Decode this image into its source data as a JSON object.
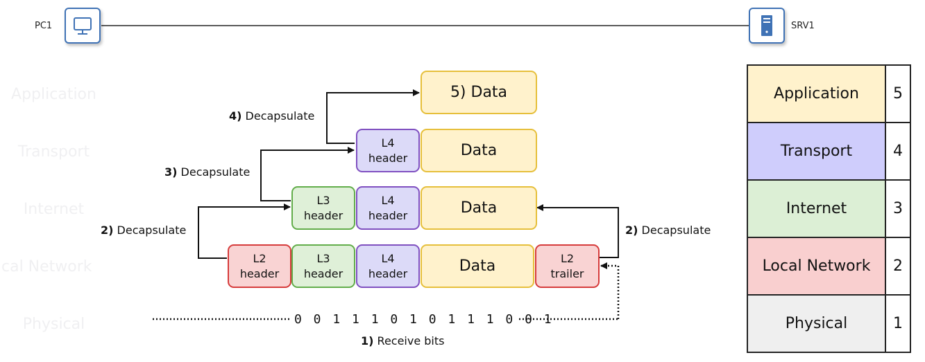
{
  "devices": {
    "pc_label": "PC1",
    "server_label": "SRV1"
  },
  "ghost_layers": [
    "Application",
    "Transport",
    "Internet",
    "cal Network",
    "Physical"
  ],
  "boxes": {
    "row1": {
      "data": "5)  Data"
    },
    "row2": {
      "l4": "L4\nheader",
      "data": "Data"
    },
    "row3": {
      "l3": "L3\nheader",
      "l4": "L4\nheader",
      "data": "Data"
    },
    "row4": {
      "l2": "L2\nheader",
      "l3": "L3\nheader",
      "l4": "L4\nheader",
      "data": "Data",
      "trailer": "L2\ntrailer"
    }
  },
  "steps": {
    "s4_num": "4)",
    "s4_text": " Decapsulate",
    "s3_num": "3)",
    "s3_text": " Decapsulate",
    "s2a_num": "2)",
    "s2a_text": " Decapsulate",
    "s2b_num": "2)",
    "s2b_text": " Decapsulate",
    "s1_num": "1)",
    "s1_text": " Receive bits"
  },
  "bits": "0 0 1 1 1 0 1 0 1 1 1 0 0 1",
  "layers": [
    {
      "name": "Application",
      "number": "5",
      "color": "#fff2cc"
    },
    {
      "name": "Transport",
      "number": "4",
      "color": "#cfcdfc"
    },
    {
      "name": "Internet",
      "number": "3",
      "color": "#dcefd5"
    },
    {
      "name": "Local Network",
      "number": "2",
      "color": "#f9cfcf"
    },
    {
      "name": "Physical",
      "number": "1",
      "color": "#efefef"
    }
  ]
}
